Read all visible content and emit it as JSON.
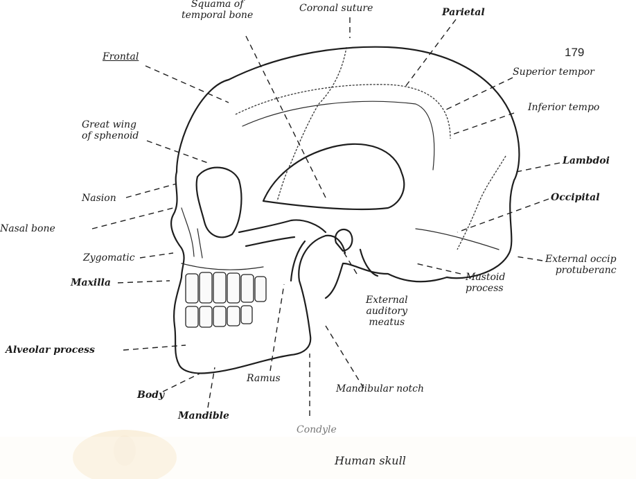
{
  "page_number": "179",
  "caption": "Human skull",
  "watermark": "university seal",
  "labels": {
    "squama_temporal": "Squama of\ntemporal bone",
    "coronal_suture": "Coronal suture",
    "parietal": "Parietal",
    "frontal": "Frontal",
    "superior_temporal": "Superior tempor",
    "inferior_temporal": "Inferior tempo",
    "great_wing": "Great wing\nof sphenoid",
    "lambdoid": "Lambdoi",
    "nasion": "Nasion",
    "occipital": "Occipital",
    "nasal_bone": "Nasal bone",
    "zygomatic": "Zygomatic",
    "external_occipital": "External occip\nprotuberanc",
    "maxilla": "Maxilla",
    "mastoid": "Mastoid\nprocess",
    "external_auditory": "External\nauditory\nmeatus",
    "alveolar": "Alveolar process",
    "body": "Body",
    "ramus": "Ramus",
    "mandibular_notch": "Mandibular notch",
    "mandible": "Mandible",
    "condyle": "Condyle"
  }
}
